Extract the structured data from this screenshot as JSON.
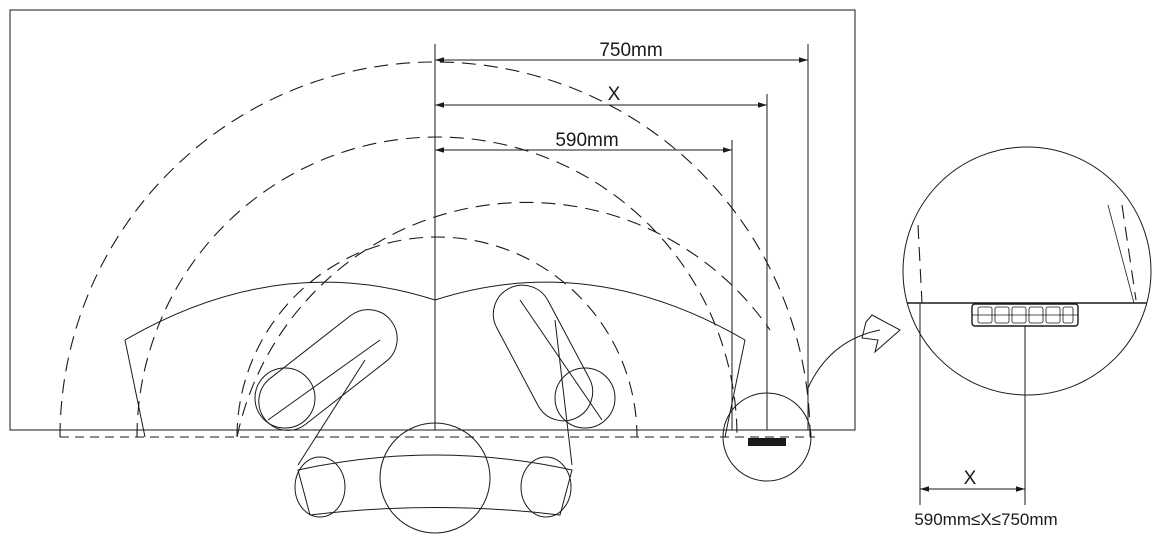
{
  "dimensions": {
    "outer_label": "750mm",
    "middle_label": "X",
    "inner_label": "590mm"
  },
  "detail": {
    "dim_label": "X",
    "range_caption": "590mm≤X≤750mm"
  }
}
